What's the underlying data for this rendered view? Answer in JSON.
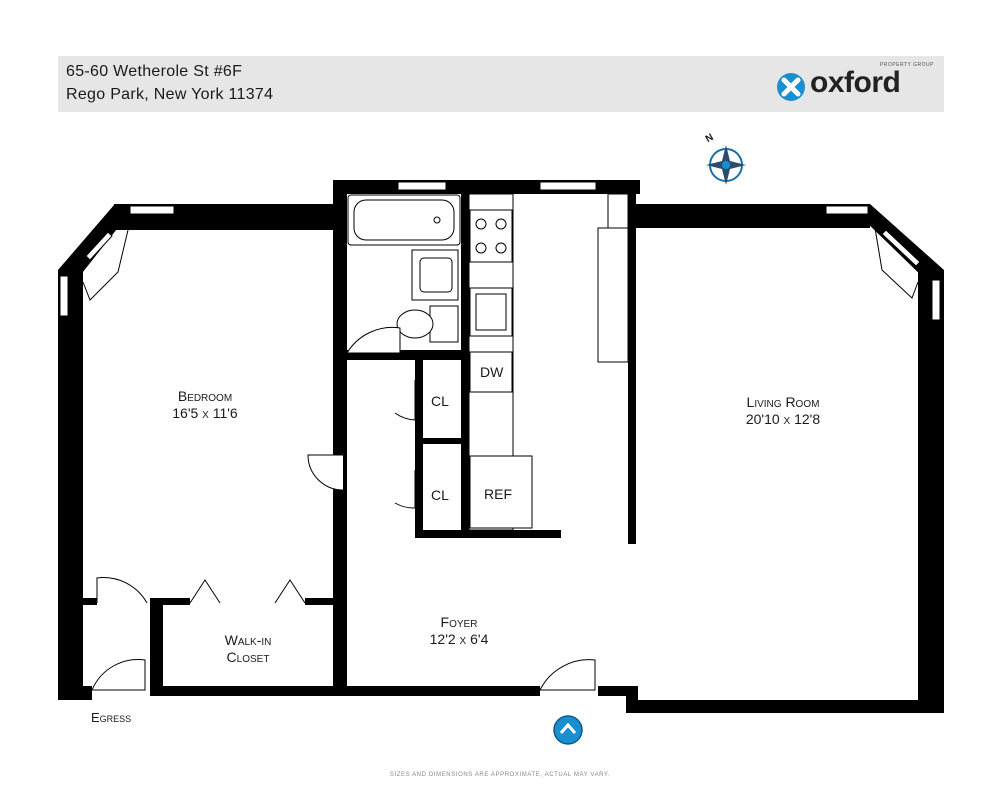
{
  "header": {
    "address_line1": "65-60 Wetherole St #6F",
    "address_line2": "Rego Park, New York 11374",
    "logo_text": "oxford",
    "logo_tagline": "PROPERTY GROUP",
    "brand_color": "#1a8fd0"
  },
  "rooms": {
    "bedroom": {
      "name": "Bedroom",
      "dims": "16'5 x 11'6"
    },
    "living": {
      "name": "Living Room",
      "dims": "20'10 x 12'8"
    },
    "foyer": {
      "name": "Foyer",
      "dims": "12'2 x 6'4"
    },
    "closet": {
      "name1": "Walk-in",
      "name2": "Closet"
    }
  },
  "fixtures": {
    "dw": "DW",
    "cl1": "CL",
    "cl2": "CL",
    "ref": "REF"
  },
  "egress": "Egress",
  "compass_label": "N",
  "footer": "Sizes and dimensions are approximate, actual may vary.",
  "icons": [
    "compass-icon",
    "entry-arrow-icon",
    "logo-icon"
  ]
}
